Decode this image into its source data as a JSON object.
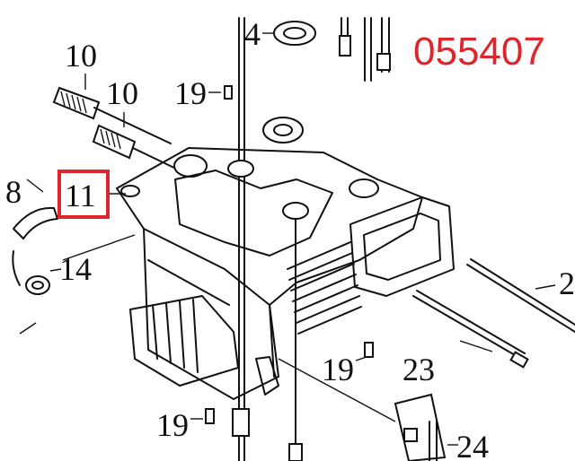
{
  "part_code": "055407",
  "highlight_color": "#e0242b",
  "labels": {
    "l10a": "10",
    "l10b": "10",
    "l19a": "19",
    "l4": "4",
    "l8": "8",
    "l11": "11",
    "l14": "14",
    "l19b": "19",
    "l23": "23",
    "l19c": "19",
    "l24": "24",
    "l2x": "2"
  }
}
